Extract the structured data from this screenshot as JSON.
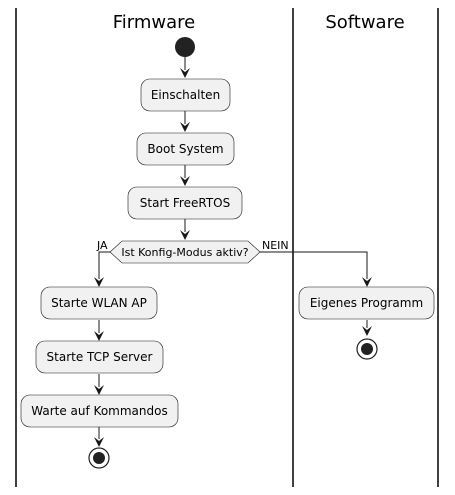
{
  "swimlanes": [
    {
      "title": "Firmware"
    },
    {
      "title": "Software"
    }
  ],
  "nodes": {
    "einschalten": "Einschalten",
    "boot": "Boot System",
    "freertos": "Start FreeRTOS",
    "decision": "Ist Konfig-Modus aktiv?",
    "wlan": "Starte WLAN AP",
    "tcp": "Starte TCP Server",
    "warte": "Warte auf Kommandos",
    "eigenes": "Eigenes Programm"
  },
  "edges": {
    "yes_label": "JA",
    "no_label": "NEIN"
  },
  "colors": {
    "node_fill": "#f1f1f1",
    "stroke": "#181818",
    "start_end": "#222222"
  }
}
